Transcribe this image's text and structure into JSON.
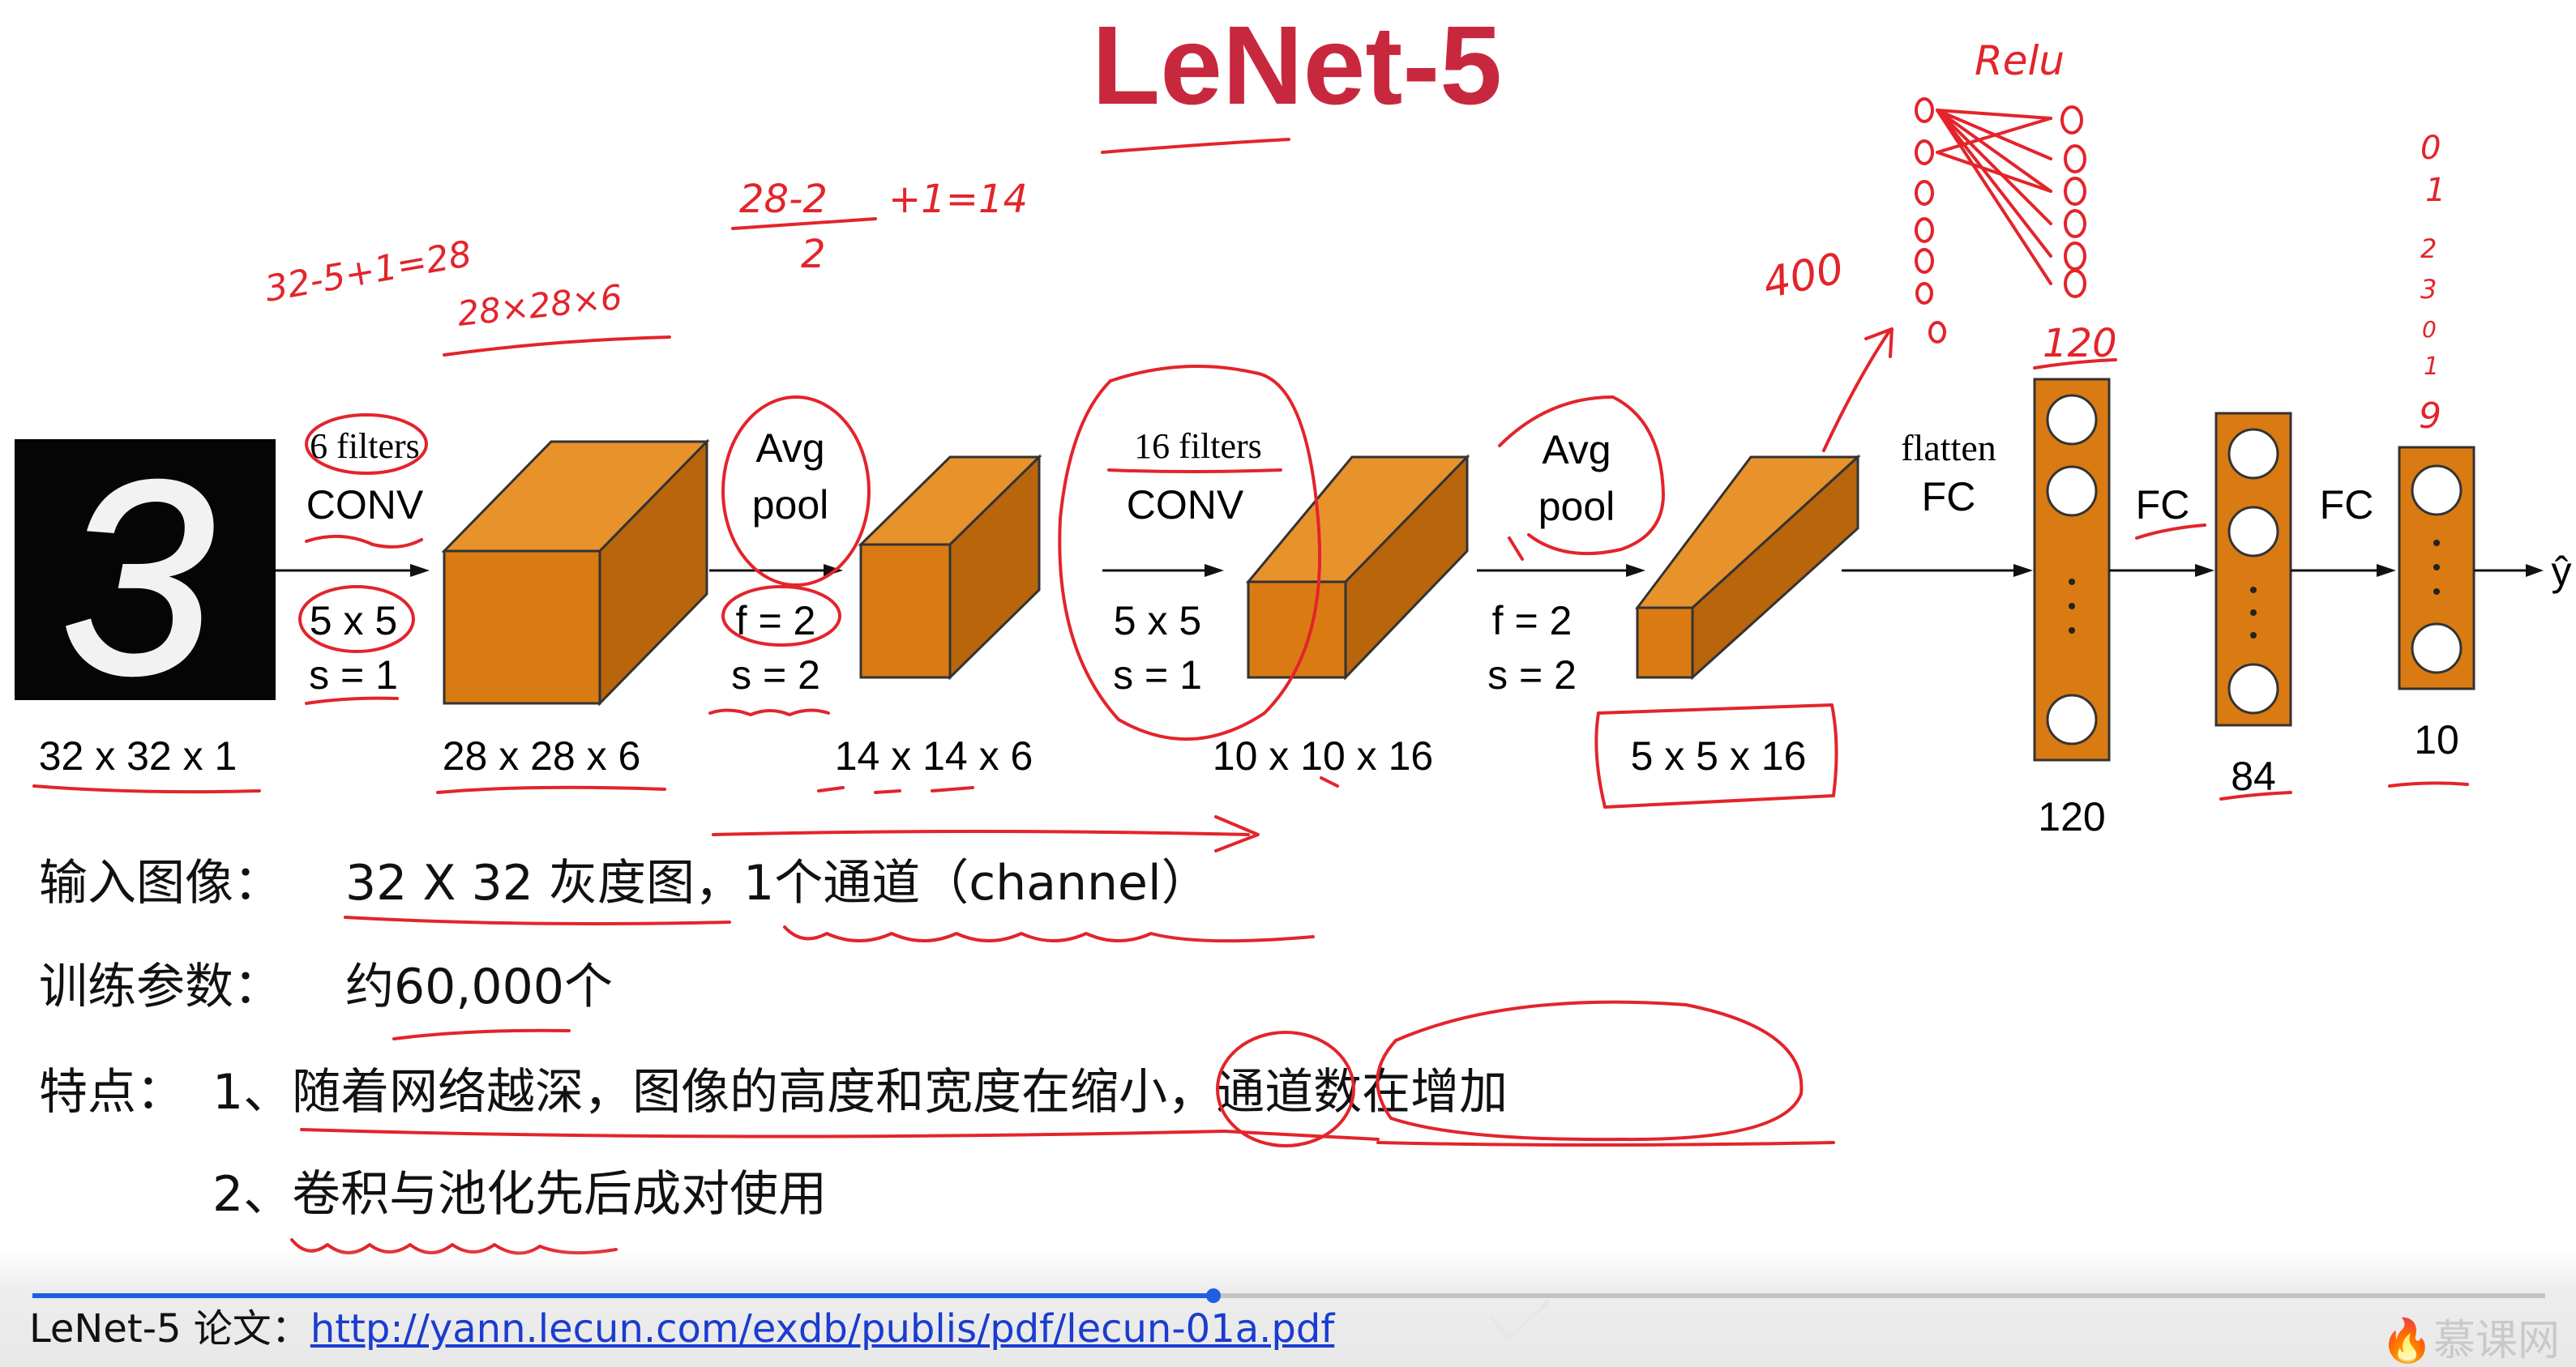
{
  "title": "LeNet-5",
  "input_image": {
    "digit": "3",
    "size_label": "32 x 32 x 1"
  },
  "layers": {
    "conv1": {
      "filters": "6 filters",
      "op": "CONV",
      "f": "5 x 5",
      "s": "s = 1",
      "output": "28 x 28 x 6"
    },
    "pool1": {
      "op_line1": "Avg",
      "op_line2": "pool",
      "f": "f = 2",
      "s": "s = 2",
      "output": "14 x 14 x 6"
    },
    "conv2": {
      "filters": "16 filters",
      "op": "CONV",
      "f": "5 x 5",
      "s": "s = 1",
      "output": "10 x 10 x 16"
    },
    "pool2": {
      "op_line1": "Avg",
      "op_line2": "pool",
      "f": "f = 2",
      "s": "s = 2",
      "output": "5 x 5 x 16"
    },
    "flatten": {
      "line1": "flatten",
      "line2": "FC"
    },
    "fc1": {
      "size": "120"
    },
    "fc_label_1": "FC",
    "fc2": {
      "size": "84"
    },
    "fc_label_2": "FC",
    "out": {
      "size": "10",
      "yhat": "ŷ"
    }
  },
  "annotations": {
    "conv_calc": "32-5+1=28",
    "conv_shape": "28×28×6",
    "pool_calc_num": "28-2",
    "pool_calc_den": "2",
    "pool_calc_rest": "+1=14",
    "flat_count": "400",
    "relu": "Relu",
    "fc1_count": "120",
    "out_digits": [
      "0",
      "1",
      "2",
      "3",
      "0",
      "1",
      "9"
    ]
  },
  "notes": {
    "input_label": "输入图像：",
    "input_text": "32 X 32 灰度图，1个通道（channel）",
    "params_label": "训练参数：",
    "params_text": "约60,000个",
    "features_label": "特点：",
    "feature1": "1、随着网络越深，图像的高度和宽度在缩小，通道数在增加",
    "feature2": "2、卷积与池化先后成对使用"
  },
  "footer": {
    "paper_label": "LeNet-5 论文：",
    "paper_url": "http://yann.lecun.com/exdb/publis/pdf/lecun-01a.pdf",
    "watermark": "慕课网"
  },
  "progress": {
    "played_fraction": 0.47
  },
  "colors": {
    "box_front": "#d97b12",
    "box_top": "#e8922c",
    "box_side": "#b8650c",
    "ink": "#e3242b",
    "title": "#c8283e"
  }
}
